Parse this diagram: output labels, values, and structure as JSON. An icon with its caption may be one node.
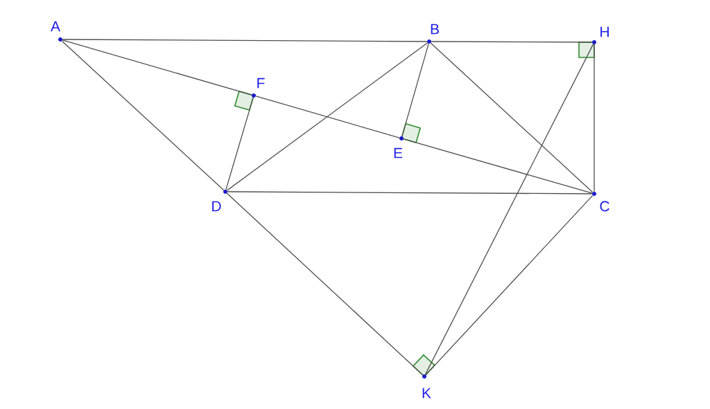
{
  "diagram": {
    "nodes": [
      {
        "text": [
          "A"
        ]
      },
      {
        "text": [
          "B"
        ]
      },
      {
        "text": [
          "H"
        ]
      },
      {
        "text": [
          "F"
        ]
      },
      {
        "text": [
          "E"
        ]
      },
      {
        "text": [
          "D"
        ]
      },
      {
        "text": [
          "C"
        ]
      },
      {
        "text": [
          "K"
        ]
      }
    ],
    "edges": [
      {
        "from": 0,
        "to": 1,
        "arrow": "none"
      },
      {
        "from": 1,
        "to": 2,
        "arrow": "none"
      },
      {
        "from": 0,
        "to": 3,
        "arrow": "none"
      },
      {
        "from": 3,
        "to": 4,
        "arrow": "none"
      },
      {
        "from": 4,
        "to": 6,
        "arrow": "none"
      },
      {
        "from": 0,
        "to": 5,
        "arrow": "none"
      },
      {
        "from": 5,
        "to": 7,
        "arrow": "none"
      },
      {
        "from": 5,
        "to": 3,
        "arrow": "none"
      },
      {
        "from": 5,
        "to": 1,
        "arrow": "none"
      },
      {
        "from": 5,
        "to": 6,
        "arrow": "none"
      },
      {
        "from": 1,
        "to": 4,
        "arrow": "none"
      },
      {
        "from": 1,
        "to": 6,
        "arrow": "none"
      },
      {
        "from": 2,
        "to": 6,
        "arrow": "none"
      },
      {
        "from": 2,
        "to": 7,
        "arrow": "none"
      },
      {
        "from": 7,
        "to": 6,
        "arrow": "none"
      }
    ]
  }
}
